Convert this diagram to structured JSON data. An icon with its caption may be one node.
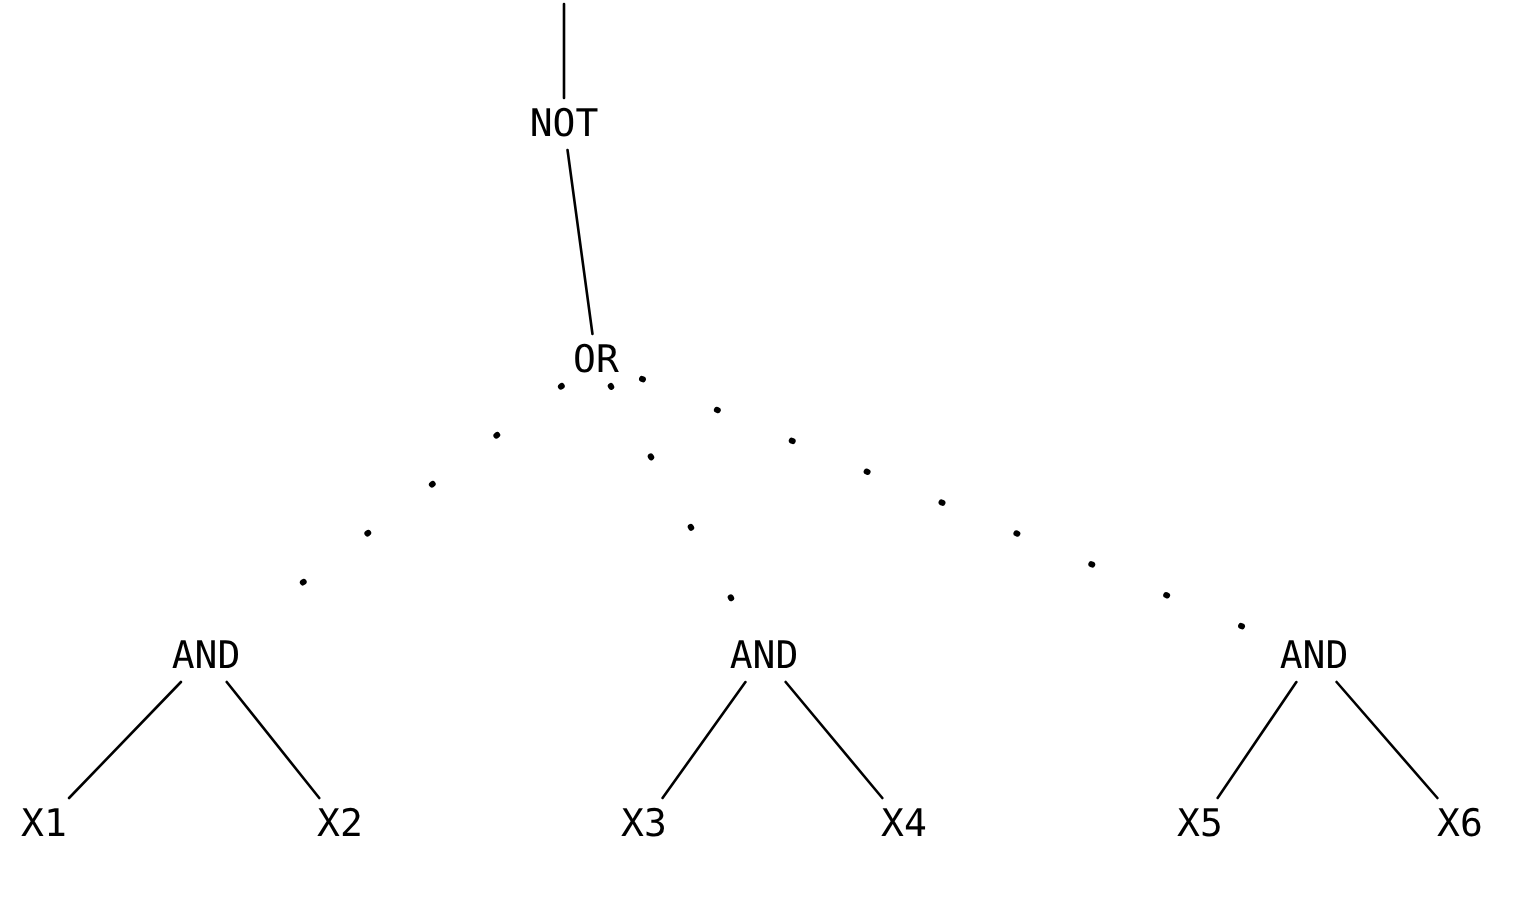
{
  "diagram": {
    "nodes": [
      {
        "text": [
          "NOT"
        ]
      },
      {
        "text": [
          "OR"
        ]
      },
      {
        "text": [
          "AND"
        ]
      },
      {
        "text": [
          "AND"
        ]
      },
      {
        "text": [
          "AND"
        ]
      },
      {
        "text": [
          "X1"
        ]
      },
      {
        "text": [
          "X2"
        ]
      },
      {
        "text": [
          "X3"
        ]
      },
      {
        "text": [
          "X4"
        ]
      },
      {
        "text": [
          "X5"
        ]
      },
      {
        "text": [
          "X6"
        ]
      }
    ],
    "edges": [
      {
        "from": null,
        "to": 0,
        "arrow": "none"
      },
      {
        "from": 0,
        "to": 1,
        "arrow": "none"
      },
      {
        "from": 1,
        "to": 2,
        "arrow": "none",
        "style": "dashed"
      },
      {
        "from": 1,
        "to": 3,
        "arrow": "none",
        "style": "dashed"
      },
      {
        "from": 1,
        "to": 4,
        "arrow": "none",
        "style": "dashed"
      },
      {
        "from": 2,
        "to": 5,
        "arrow": "none"
      },
      {
        "from": 2,
        "to": 6,
        "arrow": "none"
      },
      {
        "from": 3,
        "to": 7,
        "arrow": "none"
      },
      {
        "from": 3,
        "to": 8,
        "arrow": "none"
      },
      {
        "from": 4,
        "to": 9,
        "arrow": "none"
      },
      {
        "from": 4,
        "to": 10,
        "arrow": "none"
      }
    ]
  }
}
